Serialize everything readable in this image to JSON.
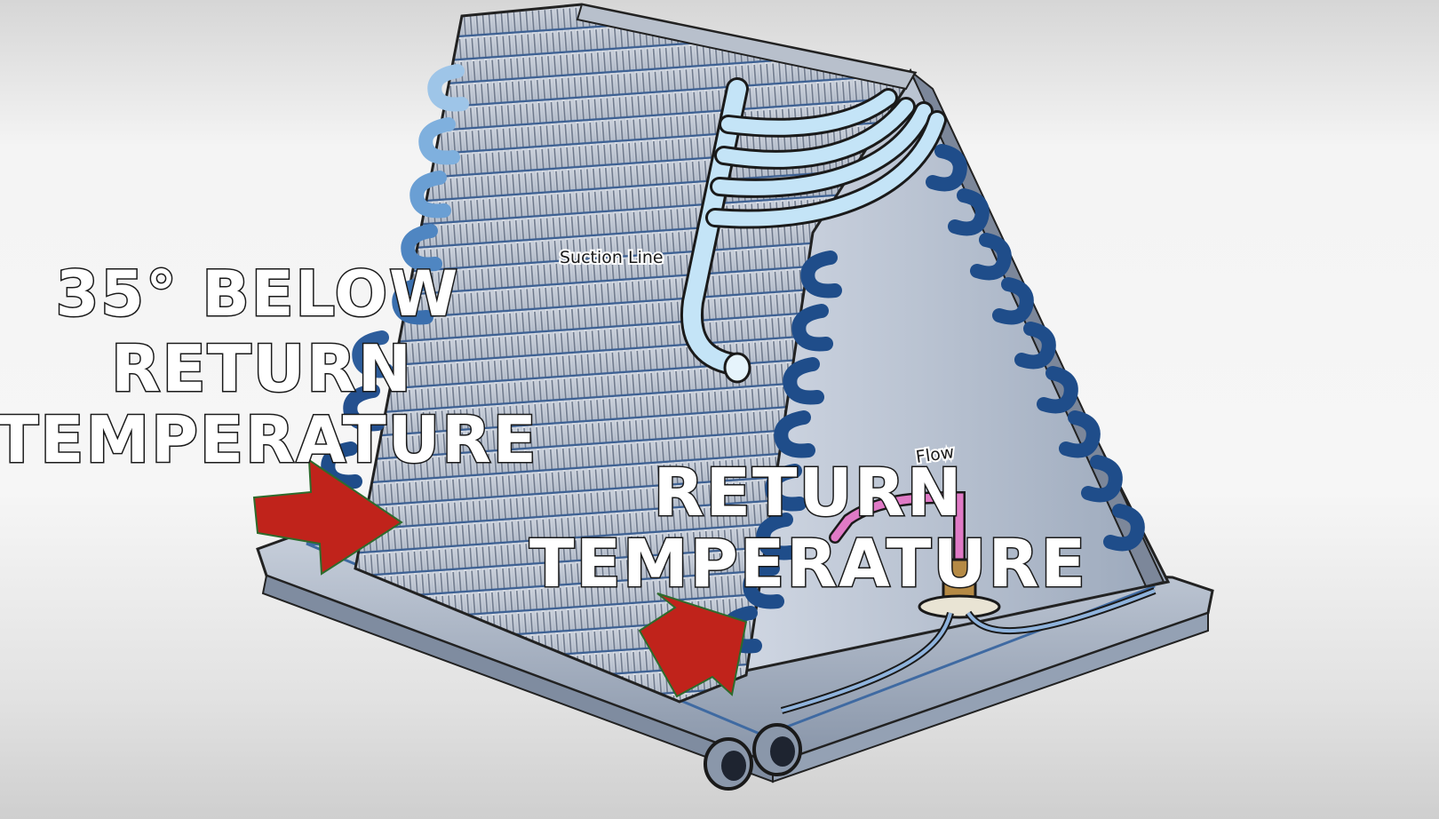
{
  "labels": {
    "suction_line": "Suction Line",
    "flow_fragment": "Flow",
    "below_line1": "35° BELOW",
    "below_line2": "RETURN",
    "below_line3": "TEMPERATURE",
    "return_line1": "RETURN",
    "return_line2": "TEMPERATURE"
  },
  "colors": {
    "arrow": "#c0231b",
    "tube_dark": "#1f4d8a",
    "tube_light": "#bfe0f5",
    "coil_fin": "#aab4c4",
    "pan": "#9eabbd",
    "metering_tube": "#e07ac6"
  },
  "icons": {
    "arrow_left": "red-arrow-icon",
    "arrow_bottom": "red-arrow-icon"
  }
}
